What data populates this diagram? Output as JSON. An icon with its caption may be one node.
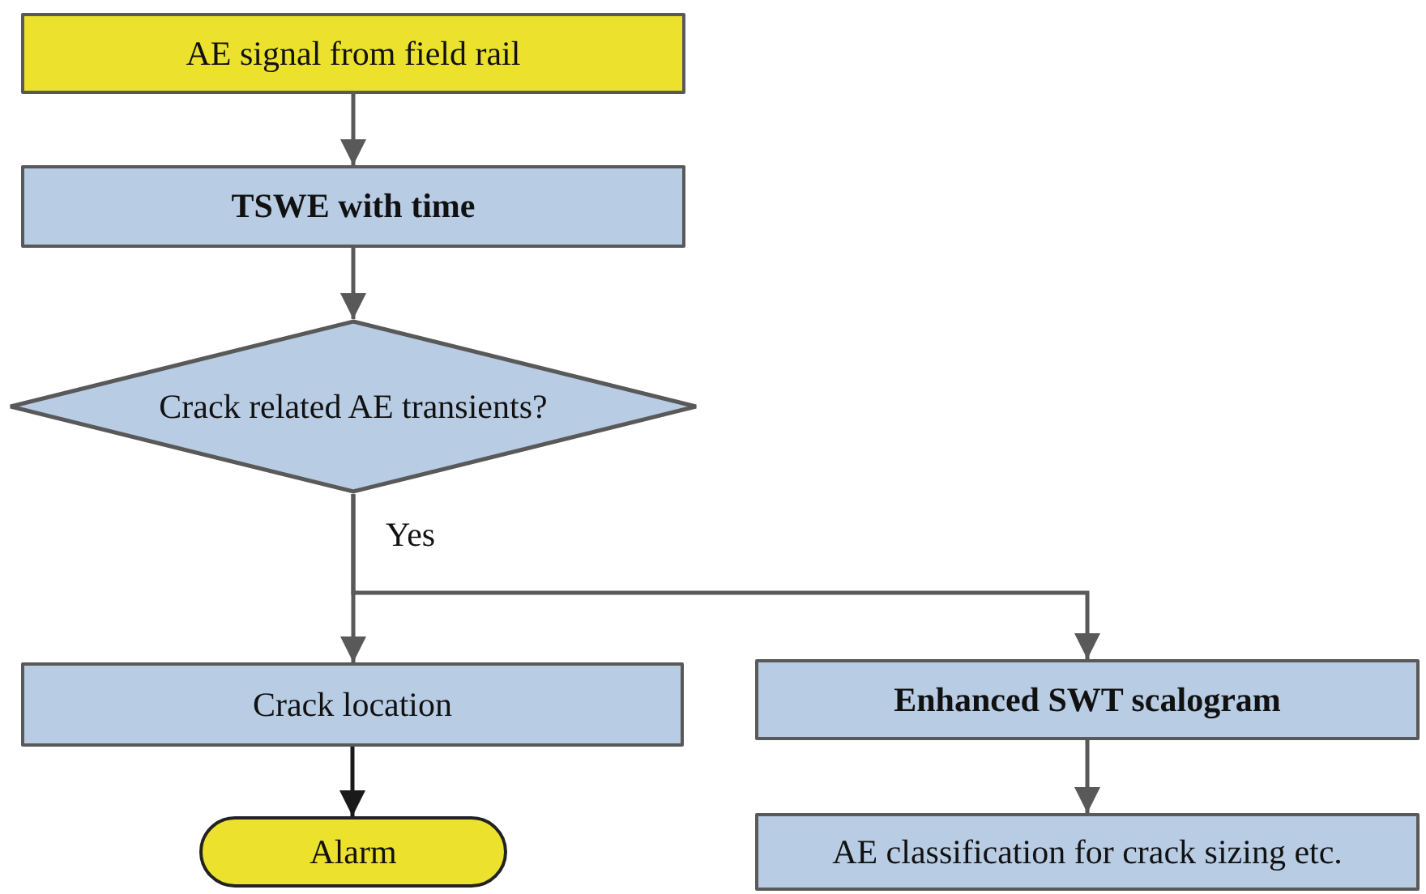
{
  "diagram": {
    "nodes": [
      {
        "text": [
          "AE signal from field rail"
        ]
      },
      {
        "text": [
          "TSWE with time"
        ]
      },
      {
        "text": [
          "Crack related AE transients?"
        ]
      },
      {
        "text": [
          "Crack location"
        ]
      },
      {
        "text": [
          "Alarm"
        ]
      },
      {
        "text": [
          "Enhanced SWT scalogram"
        ]
      },
      {
        "text": [
          "AE classification for crack sizing etc."
        ]
      }
    ],
    "edges": [
      {
        "from": 0,
        "to": 1,
        "arrow": "to"
      },
      {
        "from": 1,
        "to": 2,
        "arrow": "to"
      },
      {
        "from": 2,
        "to": 3,
        "arrow": "to",
        "label": "Yes"
      },
      {
        "from": 2,
        "to": 5,
        "arrow": "to"
      },
      {
        "from": 3,
        "to": 4,
        "arrow": "to",
        "color": "#1a1a1a"
      },
      {
        "from": 5,
        "to": 6,
        "arrow": "to"
      }
    ]
  }
}
